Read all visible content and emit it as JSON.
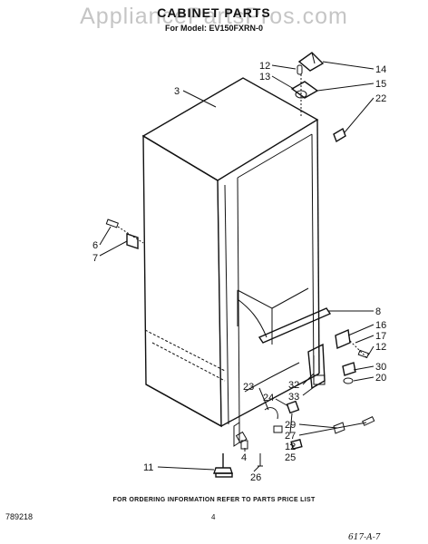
{
  "header": {
    "watermark": "AppliancePartsPros.com",
    "title": "CABINET PARTS",
    "subtitle": "For Model: EV150FXRN-0"
  },
  "callouts": [
    {
      "id": "c12a",
      "label": "12"
    },
    {
      "id": "c13",
      "label": "13"
    },
    {
      "id": "c14",
      "label": "14"
    },
    {
      "id": "c15",
      "label": "15"
    },
    {
      "id": "c22",
      "label": "22"
    },
    {
      "id": "c3",
      "label": "3"
    },
    {
      "id": "c6",
      "label": "6"
    },
    {
      "id": "c7",
      "label": "7"
    },
    {
      "id": "c8",
      "label": "8"
    },
    {
      "id": "c16",
      "label": "16"
    },
    {
      "id": "c17",
      "label": "17"
    },
    {
      "id": "c12b",
      "label": "12"
    },
    {
      "id": "c30",
      "label": "30"
    },
    {
      "id": "c20",
      "label": "20"
    },
    {
      "id": "c32",
      "label": "32"
    },
    {
      "id": "c33",
      "label": "33"
    },
    {
      "id": "c23",
      "label": "23"
    },
    {
      "id": "c24",
      "label": "24"
    },
    {
      "id": "c29",
      "label": "29"
    },
    {
      "id": "c27",
      "label": "27"
    },
    {
      "id": "c12c",
      "label": "12"
    },
    {
      "id": "c25",
      "label": "25"
    },
    {
      "id": "c4",
      "label": "4"
    },
    {
      "id": "c26",
      "label": "26"
    },
    {
      "id": "c11",
      "label": "11"
    }
  ],
  "footer": {
    "note": "FOR ORDERING INFORMATION REFER TO PARTS PRICE LIST",
    "code": "789218",
    "page": "4",
    "handwritten": "617-A-7"
  }
}
